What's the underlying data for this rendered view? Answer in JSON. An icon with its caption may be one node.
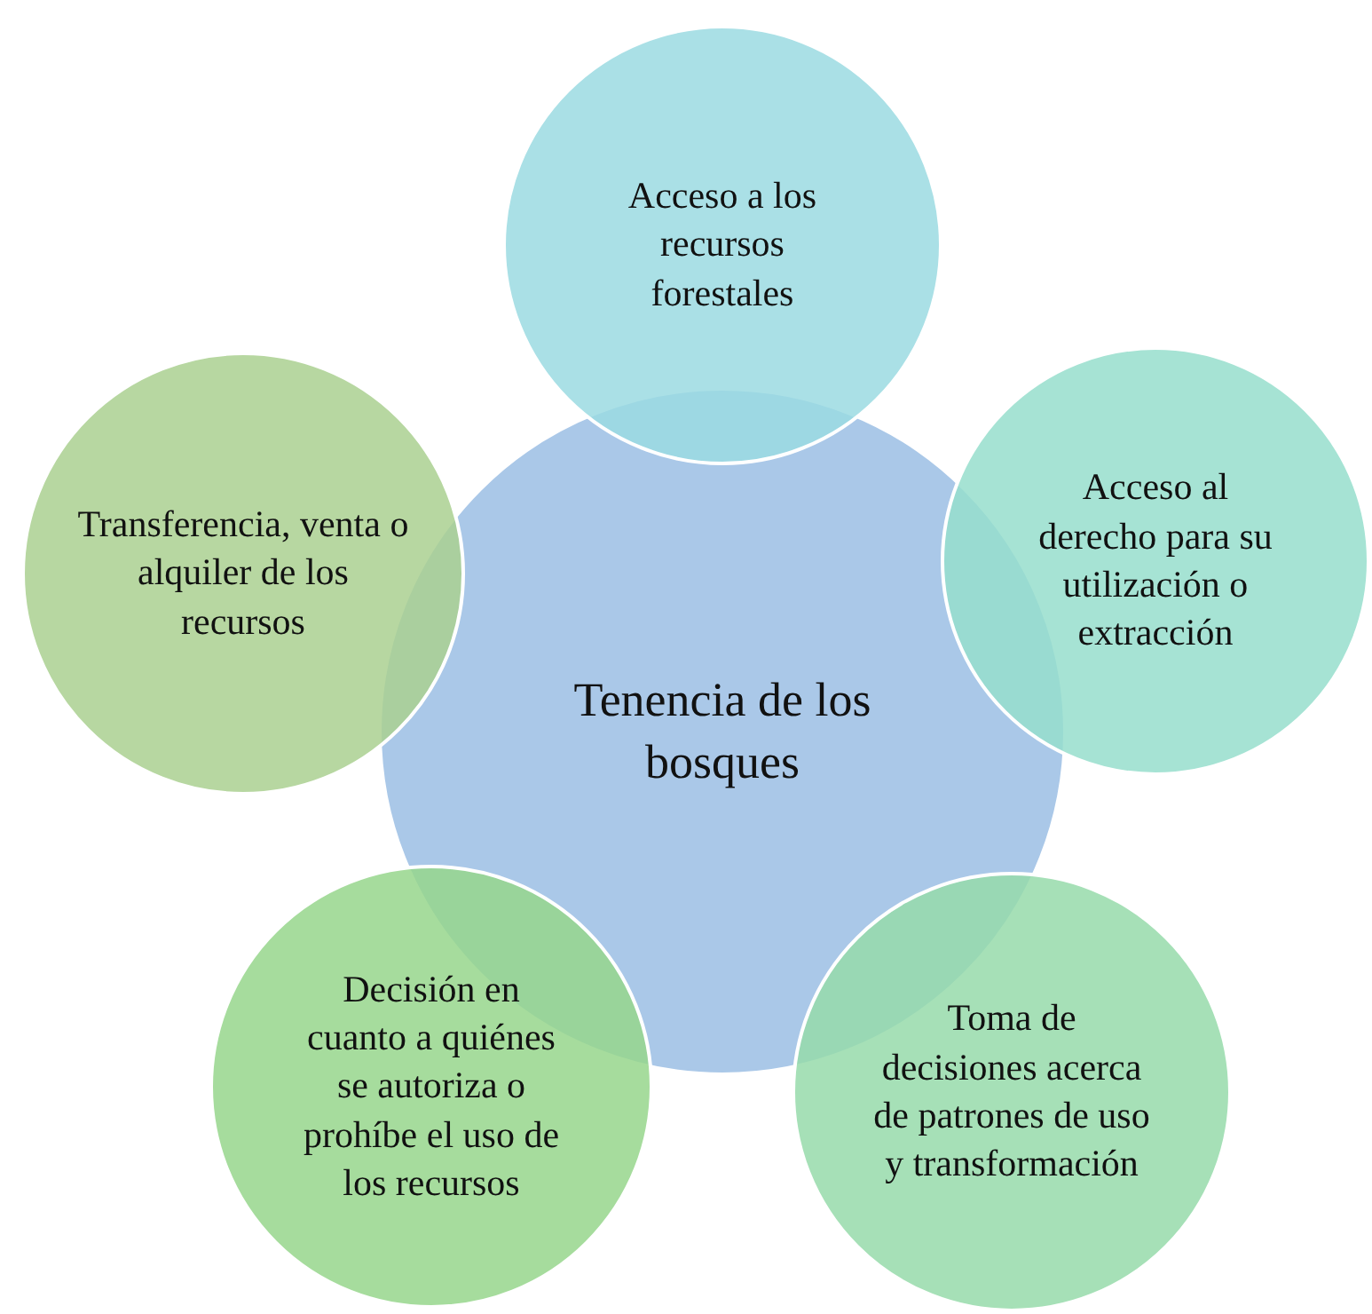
{
  "diagram": {
    "nodes": [
      {
        "text": [
          "Tenencia de los bosques"
        ]
      },
      {
        "text": [
          "Acceso a los recursos forestales"
        ]
      },
      {
        "text": [
          "Acceso al derecho para su utilización o extracción"
        ]
      },
      {
        "text": [
          "Toma de decisiones acerca de patrones de uso y transformación"
        ]
      },
      {
        "text": [
          "Decisión en cuanto a quiénes se autoriza o prohíbe el uso de los recursos"
        ]
      },
      {
        "text": [
          "Transferencia, venta o alquiler de los recursos"
        ]
      }
    ]
  }
}
